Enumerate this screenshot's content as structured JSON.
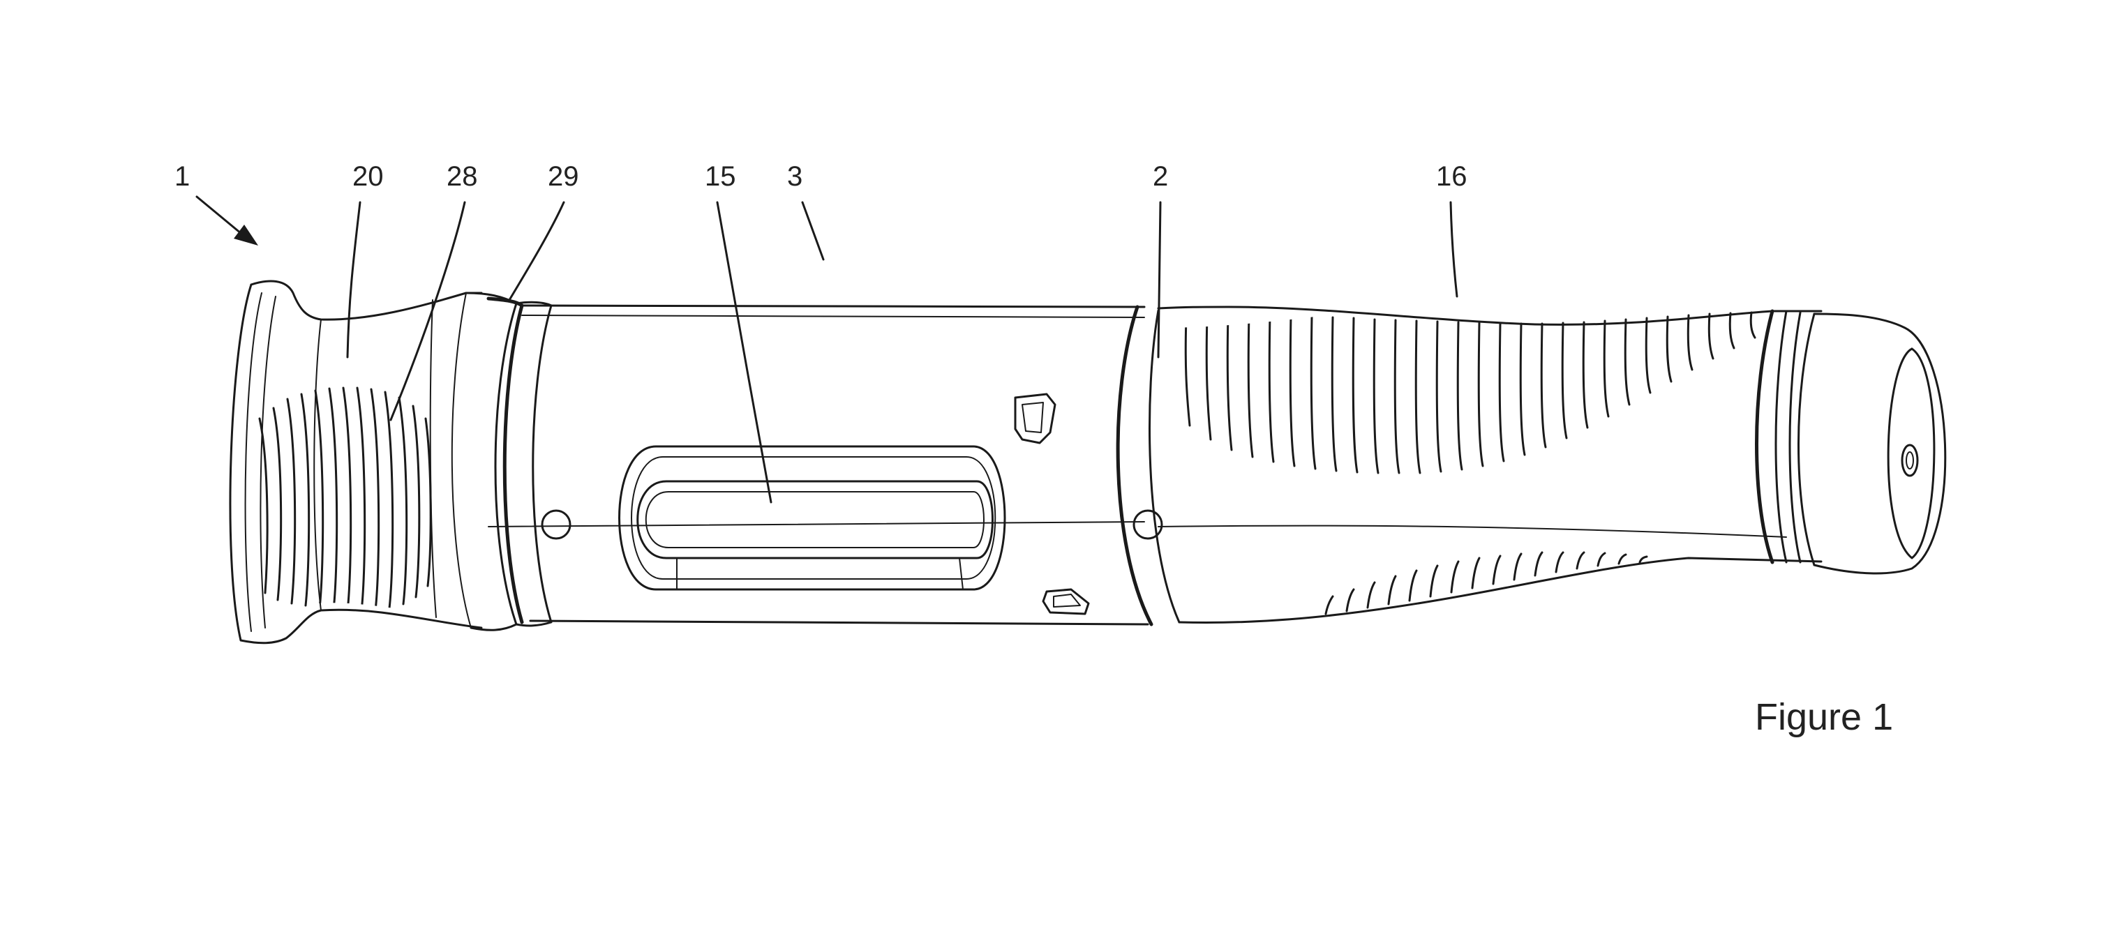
{
  "figure": {
    "caption": "Figure 1",
    "reference_numerals": {
      "device": "1",
      "cap_grip": "20",
      "cap_ribs": "28",
      "cap_ring": "29",
      "window": "15",
      "middle_body": "3",
      "joint": "2",
      "handle_ribs": "16"
    }
  }
}
